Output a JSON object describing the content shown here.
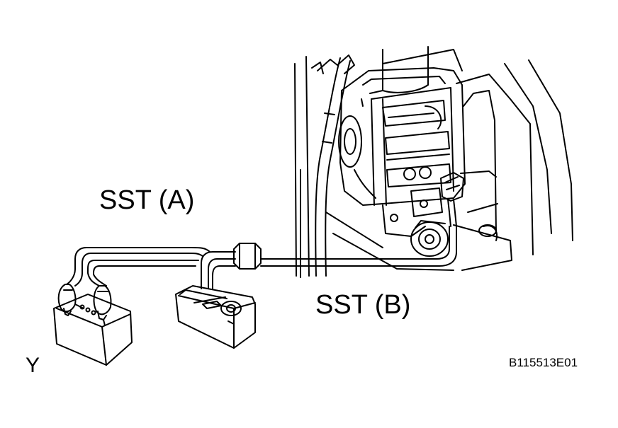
{
  "diagram": {
    "labels": {
      "sst_a": "SST (A)",
      "sst_b": "SST (B)",
      "corner_mark": "Y",
      "figure_code": "B115513E01"
    }
  }
}
